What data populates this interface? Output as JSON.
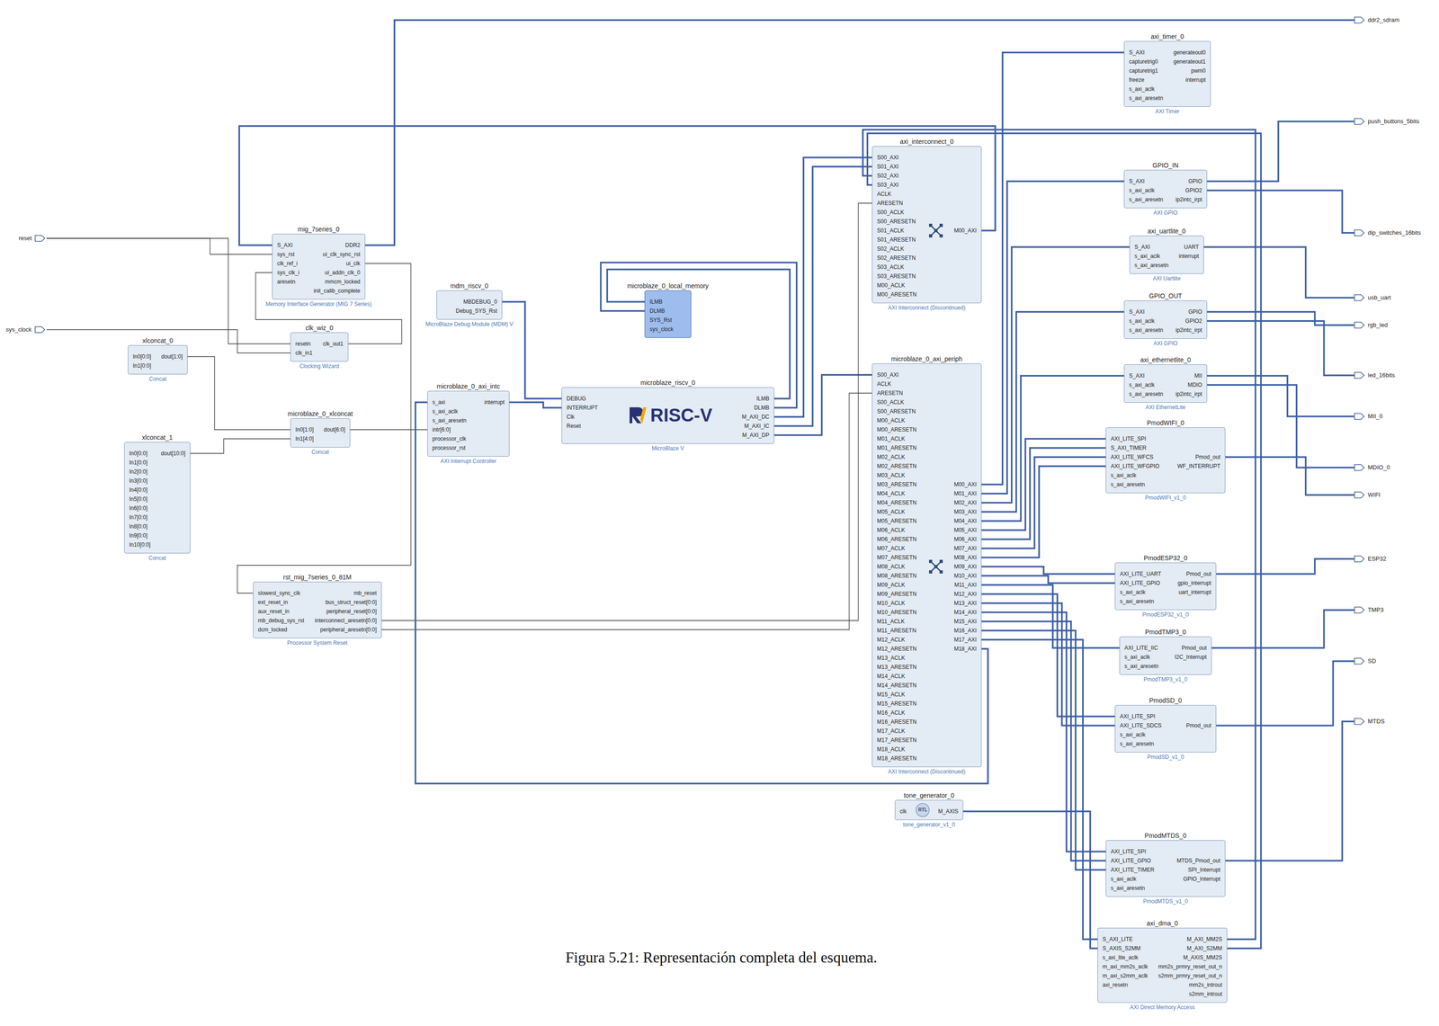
{
  "diagram": {
    "caption": "Figura 5.21: Representación completa del esquema.",
    "nodes": [
      {
        "text": [
          "reset"
        ]
      },
      {
        "text": [
          "sys_clock"
        ]
      },
      {
        "text": [
          "mig_7series_0",
          "S_AXI",
          "sys_rst",
          "clk_ref_i",
          "sys_clk_i",
          "aresetn",
          "DDR2",
          "ui_clk_sync_rst",
          "ui_clk",
          "ui_addn_clk_0",
          "mmcm_locked",
          "init_calib_complete",
          "Memory Interface Generator (MIG 7 Series)"
        ]
      },
      {
        "text": [
          "clk_wiz_0",
          "resetn",
          "clk_in1",
          "clk_out1",
          "Clocking Wizard"
        ]
      },
      {
        "text": [
          "xlconcat_0",
          "In0[0:0]",
          "In1[0:0]",
          "dout[1:0]",
          "Concat"
        ]
      },
      {
        "text": [
          "xlconcat_1",
          "In0[0:0]",
          "In1[0:0]",
          "In2[0:0]",
          "In3[0:0]",
          "In4[0:0]",
          "In5[0:0]",
          "In6[0:0]",
          "In7[0:0]",
          "In8[0:0]",
          "In9[0:0]",
          "In10[0:0]",
          "dout[10:0]",
          "Concat"
        ]
      },
      {
        "text": [
          "rst_mig_7series_0_81M",
          "slowest_sync_clk",
          "ext_reset_in",
          "aux_reset_in",
          "mb_debug_sys_rst",
          "dcm_locked",
          "mb_reset",
          "bus_struct_reset[0:0]",
          "peripheral_reset[0:0]",
          "interconnect_aresetn[0:0]",
          "peripheral_aresetn[0:0]",
          "Processor System Reset"
        ]
      },
      {
        "text": [
          "mdm_riscv_0",
          "MBDEBUG_0",
          "Debug_SYS_Rst",
          "MicroBlaze Debug Module (MDM) V"
        ]
      },
      {
        "text": [
          "microblaze_0_local_memory",
          "ILMB",
          "DLMB",
          "SYS_Rst",
          "sys_clock"
        ]
      },
      {
        "text": [
          "microblaze_0_axi_intc",
          "s_axi",
          "s_axi_aclk",
          "s_axi_aresetn",
          "intr[6:0]",
          "processor_clk",
          "processor_rst",
          "interrupt",
          "AXI Interrupt Controller"
        ]
      },
      {
        "text": [
          "microblaze_0_xlconcat",
          "In0[1:0]",
          "In1[4:0]",
          "dout[6:0]",
          "Concat"
        ]
      },
      {
        "text": [
          "microblaze_riscv_0",
          "DEBUG",
          "INTERRUPT",
          "Clk",
          "Reset",
          "ILMB",
          "DLMB",
          "M_AXI_DC",
          "M_AXI_IC",
          "M_AXI_DP",
          "MicroBlaze V"
        ]
      },
      {
        "text": [
          "axi_interconnect_0",
          "S00_AXI",
          "S01_AXI",
          "S02_AXI",
          "S03_AXI",
          "ACLK",
          "ARESETN",
          "S00_ACLK",
          "S00_ARESETN",
          "S01_ACLK",
          "S01_ARESETN",
          "S02_ACLK",
          "S02_ARESETN",
          "S03_ACLK",
          "S03_ARESETN",
          "M00_ACLK",
          "M00_ARESETN",
          "M00_AXI",
          "AXI Interconnect (Discontinued)"
        ]
      },
      {
        "text": [
          "microblaze_0_axi_periph",
          "S00_AXI",
          "ACLK",
          "ARESETN",
          "S00_ACLK",
          "S00_ARESETN",
          "M00_ACLK",
          "M00_ARESETN",
          "M01_ACLK",
          "M01_ARESETN",
          "M02_ACLK",
          "M02_ARESETN",
          "M03_ACLK",
          "M03_ARESETN",
          "M04_ACLK",
          "M04_ARESETN",
          "M05_ACLK",
          "M05_ARESETN",
          "M06_ACLK",
          "M06_ARESETN",
          "M07_ACLK",
          "M07_ARESETN",
          "M08_ACLK",
          "M08_ARESETN",
          "M09_ACLK",
          "M09_ARESETN",
          "M10_ACLK",
          "M10_ARESETN",
          "M11_ACLK",
          "M11_ARESETN",
          "M12_ACLK",
          "M12_ARESETN",
          "M13_ACLK",
          "M13_ARESETN",
          "M14_ACLK",
          "M14_ARESETN",
          "M15_ACLK",
          "M15_ARESETN",
          "M16_ACLK",
          "M16_ARESETN",
          "M17_ACLK",
          "M17_ARESETN",
          "M18_ACLK",
          "M18_ARESETN",
          "M00_AXI",
          "M01_AXI",
          "M02_AXI",
          "M03_AXI",
          "M04_AXI",
          "M05_AXI",
          "M06_AXI",
          "M07_AXI",
          "M08_AXI",
          "M09_AXI",
          "M10_AXI",
          "M11_AXI",
          "M12_AXI",
          "M13_AXI",
          "M14_AXI",
          "M15_AXI",
          "M16_AXI",
          "M17_AXI",
          "M18_AXI",
          "AXI Interconnect (Discontinued)"
        ]
      },
      {
        "text": [
          "tone_generator_0",
          "clk",
          "M_AXIS",
          "tone_generator_v1_0"
        ]
      },
      {
        "text": [
          "axi_timer_0",
          "S_AXI",
          "capturetrig0",
          "capturetrig1",
          "freeze",
          "s_axi_aclk",
          "s_axi_aresetn",
          "generateout0",
          "generateout1",
          "pwm0",
          "interrupt",
          "AXI Timer"
        ]
      },
      {
        "text": [
          "GPIO_IN",
          "S_AXI",
          "s_axi_aclk",
          "s_axi_aresetn",
          "GPIO",
          "GPIO2",
          "ip2intc_irpt",
          "AXI GPIO"
        ]
      },
      {
        "text": [
          "axi_uartlite_0",
          "S_AXI",
          "s_axi_aclk",
          "s_axi_aresetn",
          "UART",
          "interrupt",
          "AXI Uartlite"
        ]
      },
      {
        "text": [
          "GPIO_OUT",
          "S_AXI",
          "s_axi_aclk",
          "s_axi_aresetn",
          "GPIO",
          "GPIO2",
          "ip2intc_irpt",
          "AXI GPIO"
        ]
      },
      {
        "text": [
          "axi_ethernetlite_0",
          "S_AXI",
          "s_axi_aclk",
          "s_axi_aresetn",
          "MII",
          "MDIO",
          "ip2intc_irpt",
          "AXI EthernetLite"
        ]
      },
      {
        "text": [
          "PmodWIFI_0",
          "AXI_LITE_SPI",
          "S_AXI_TIMER",
          "AXI_LITE_WFCS",
          "AXI_LITE_WFGPIO",
          "s_axi_aclk",
          "s_axi_aresetn",
          "Pmod_out",
          "WF_INTERRUPT",
          "PmodWIFI_v1_0"
        ]
      },
      {
        "text": [
          "PmodESP32_0",
          "AXI_LITE_UART",
          "AXI_LITE_GPIO",
          "s_axi_aclk",
          "s_axi_aresetn",
          "Pmod_out",
          "gpio_interrupt",
          "uart_interrupt",
          "PmodESP32_v1_0"
        ]
      },
      {
        "text": [
          "PmodTMP3_0",
          "AXI_LITE_IIC",
          "s_axi_aclk",
          "s_axi_aresetn",
          "Pmod_out",
          "I2C_Interrupt",
          "PmodTMP3_v1_0"
        ]
      },
      {
        "text": [
          "PmodSD_0",
          "AXI_LITE_SPI",
          "AXI_LITE_SDCS",
          "s_axi_aclk",
          "s_axi_aresetn",
          "Pmod_out",
          "PmodSD_v1_0"
        ]
      },
      {
        "text": [
          "PmodMTDS_0",
          "AXI_LITE_SPI",
          "AXI_LITE_GPIO",
          "AXI_LITE_TIMER",
          "s_axi_aclk",
          "s_axi_aresetn",
          "MTDS_Pmod_out",
          "SPI_Interrupt",
          "GPIO_Interrupt",
          "PmodMTDS_v1_0"
        ]
      },
      {
        "text": [
          "axi_dma_0",
          "S_AXI_LITE",
          "S_AXIS_S2MM",
          "s_axi_lite_aclk",
          "m_axi_mm2s_aclk",
          "m_axi_s2mm_aclk",
          "axi_resetn",
          "M_AXI_MM2S",
          "M_AXI_S2MM",
          "M_AXIS_MM2S",
          "mm2s_prmry_reset_out_n",
          "s2mm_prmry_reset_out_n",
          "mm2s_introut",
          "s2mm_introut",
          "AXI Direct Memory Access"
        ]
      },
      {
        "text": [
          "ddr2_sdram"
        ]
      },
      {
        "text": [
          "push_buttons_5bits"
        ]
      },
      {
        "text": [
          "dip_switches_16bits"
        ]
      },
      {
        "text": [
          "usb_uart"
        ]
      },
      {
        "text": [
          "rgb_led"
        ]
      },
      {
        "text": [
          "led_16bits"
        ]
      },
      {
        "text": [
          "MII_0"
        ]
      },
      {
        "text": [
          "MDIO_0"
        ]
      },
      {
        "text": [
          "WIFI"
        ]
      },
      {
        "text": [
          "ESP32"
        ]
      },
      {
        "text": [
          "TMP3"
        ]
      },
      {
        "text": [
          "SD"
        ]
      },
      {
        "text": [
          "MTDS"
        ]
      }
    ],
    "edges": [
      {
        "from": 2,
        "to": 26,
        "arrow": "none"
      },
      {
        "from": 12,
        "to": 2,
        "arrow": "none"
      },
      {
        "from": 11,
        "to": 12,
        "arrow": "none"
      },
      {
        "from": 11,
        "to": 12,
        "arrow": "none"
      },
      {
        "from": 11,
        "to": 13,
        "arrow": "none"
      },
      {
        "from": 11,
        "to": 8,
        "arrow": "none"
      },
      {
        "from": 11,
        "to": 8,
        "arrow": "none"
      },
      {
        "from": 7,
        "to": 11,
        "arrow": "none"
      },
      {
        "from": 9,
        "to": 11,
        "arrow": "none"
      },
      {
        "from": 10,
        "to": 9,
        "arrow": "none"
      },
      {
        "from": 4,
        "to": 10,
        "arrow": "none"
      },
      {
        "from": 5,
        "to": 10,
        "arrow": "none"
      },
      {
        "from": 1,
        "to": 3,
        "arrow": "none"
      },
      {
        "from": 0,
        "to": 3,
        "arrow": "none"
      },
      {
        "from": 0,
        "to": 2,
        "arrow": "none"
      },
      {
        "from": 3,
        "to": 2,
        "arrow": "none"
      },
      {
        "from": 2,
        "to": 6,
        "arrow": "none"
      },
      {
        "from": 6,
        "to": 13,
        "arrow": "none"
      },
      {
        "from": 6,
        "to": 12,
        "arrow": "none"
      },
      {
        "from": 13,
        "to": 15,
        "arrow": "none"
      },
      {
        "from": 13,
        "to": 16,
        "arrow": "none"
      },
      {
        "from": 13,
        "to": 17,
        "arrow": "none"
      },
      {
        "from": 13,
        "to": 18,
        "arrow": "none"
      },
      {
        "from": 13,
        "to": 19,
        "arrow": "none"
      },
      {
        "from": 13,
        "to": 20,
        "arrow": "none"
      },
      {
        "from": 13,
        "to": 20,
        "arrow": "none"
      },
      {
        "from": 13,
        "to": 20,
        "arrow": "none"
      },
      {
        "from": 13,
        "to": 20,
        "arrow": "none"
      },
      {
        "from": 13,
        "to": 21,
        "arrow": "none"
      },
      {
        "from": 13,
        "to": 21,
        "arrow": "none"
      },
      {
        "from": 13,
        "to": 22,
        "arrow": "none"
      },
      {
        "from": 13,
        "to": 23,
        "arrow": "none"
      },
      {
        "from": 13,
        "to": 23,
        "arrow": "none"
      },
      {
        "from": 13,
        "to": 24,
        "arrow": "none"
      },
      {
        "from": 13,
        "to": 24,
        "arrow": "none"
      },
      {
        "from": 13,
        "to": 24,
        "arrow": "none"
      },
      {
        "from": 13,
        "to": 25,
        "arrow": "none"
      },
      {
        "from": 13,
        "to": 9,
        "arrow": "none"
      },
      {
        "from": 14,
        "to": 25,
        "arrow": "none"
      },
      {
        "from": 25,
        "to": 12,
        "arrow": "none"
      },
      {
        "from": 25,
        "to": 12,
        "arrow": "none"
      },
      {
        "from": 16,
        "to": 27,
        "arrow": "none"
      },
      {
        "from": 16,
        "to": 28,
        "arrow": "none"
      },
      {
        "from": 17,
        "to": 29,
        "arrow": "none"
      },
      {
        "from": 18,
        "to": 30,
        "arrow": "none"
      },
      {
        "from": 18,
        "to": 31,
        "arrow": "none"
      },
      {
        "from": 19,
        "to": 32,
        "arrow": "none"
      },
      {
        "from": 19,
        "to": 33,
        "arrow": "none"
      },
      {
        "from": 20,
        "to": 34,
        "arrow": "none"
      },
      {
        "from": 21,
        "to": 35,
        "arrow": "none"
      },
      {
        "from": 22,
        "to": 36,
        "arrow": "none"
      },
      {
        "from": 23,
        "to": 37,
        "arrow": "none"
      },
      {
        "from": 24,
        "to": 38,
        "arrow": "none"
      }
    ],
    "labels": [
      "RISC-V",
      "RTL"
    ]
  }
}
